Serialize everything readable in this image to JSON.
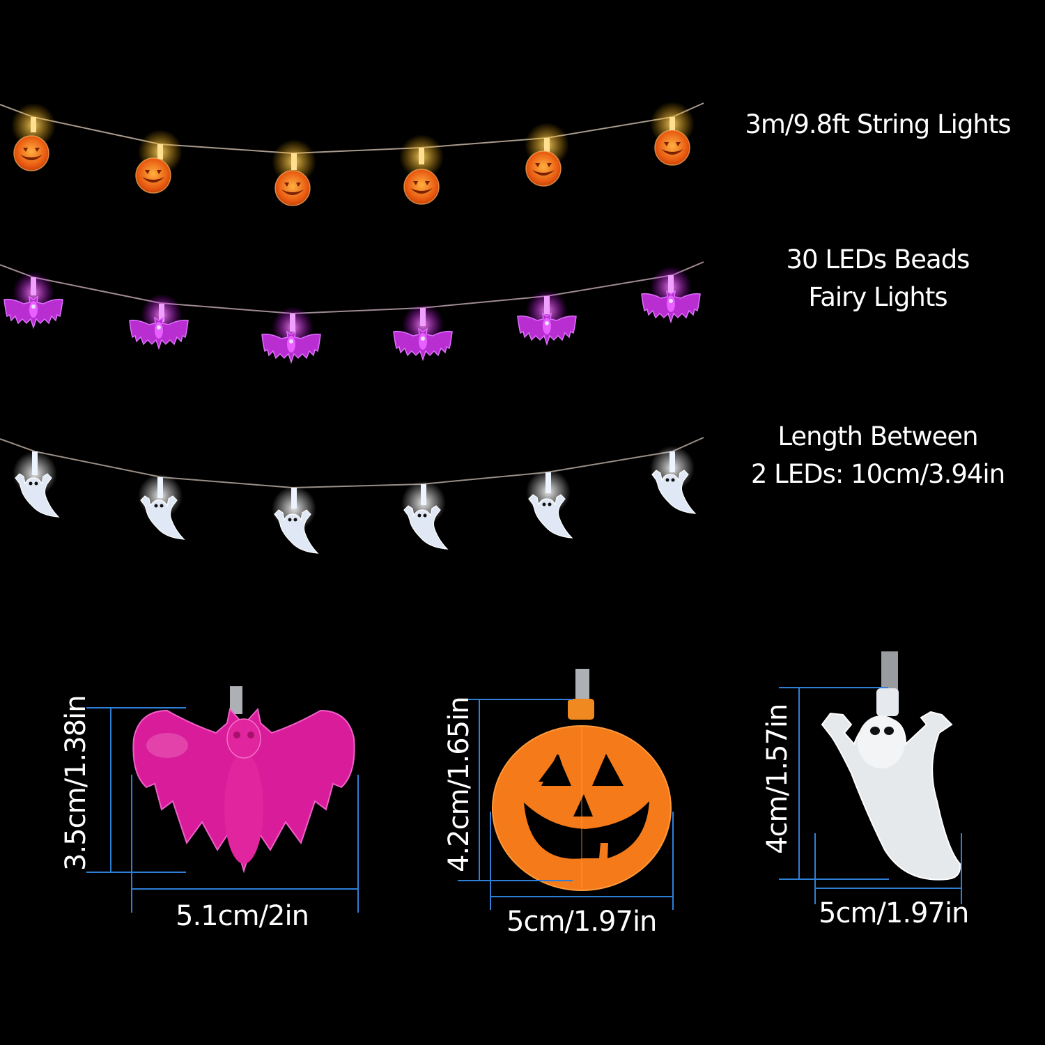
{
  "features": {
    "length": "3m/9.8ft String Lights",
    "beads_line1": "30 LEDs Beads",
    "beads_line2": "Fairy Lights",
    "spacing_line1": "Length Between",
    "spacing_line2": "2 LEDs: 10cm/3.94in"
  },
  "strings": [
    {
      "name": "pumpkin",
      "count": 6,
      "color": "#f07a14",
      "glow": "#ffcc55"
    },
    {
      "name": "bat",
      "count": 6,
      "color": "#c23ad8",
      "glow": "#ff66ff"
    },
    {
      "name": "ghost",
      "count": 6,
      "color": "#e6eef8",
      "glow": "#ffffff"
    }
  ],
  "dimensions": {
    "bat": {
      "height": "3.5cm/1.38in",
      "width": "5.1cm/2in",
      "color": "#e0239f"
    },
    "pumpkin": {
      "height": "4.2cm/1.65in",
      "width": "5cm/1.97in",
      "color": "#f47a1a"
    },
    "ghost": {
      "height": "4cm/1.57in",
      "width": "5cm/1.97in",
      "color": "#e8ebef"
    }
  },
  "colors": {
    "background": "#000000",
    "dimension_line": "#2f7fd8",
    "wire": "#9a8f86"
  }
}
